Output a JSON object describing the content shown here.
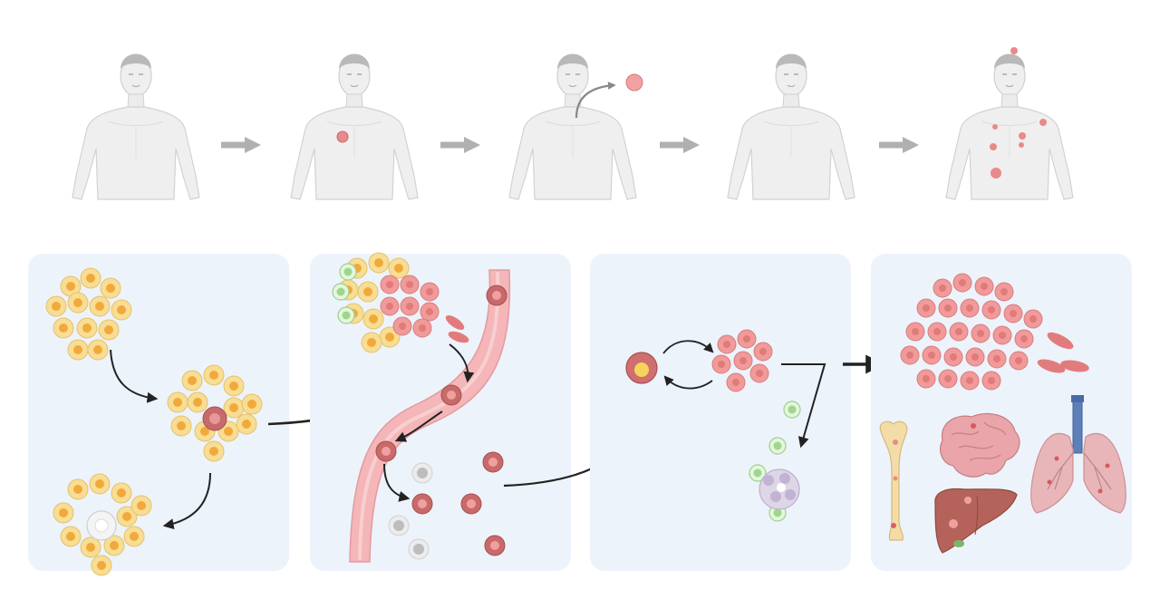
{
  "figure": {
    "stages": [
      {
        "name": "healthy-body"
      },
      {
        "name": "primary-tumor-body"
      },
      {
        "name": "dissemination-body"
      },
      {
        "name": "dormancy-body"
      },
      {
        "name": "metastasis-body"
      }
    ],
    "panels": [
      {
        "name": "tumor-initiation-panel"
      },
      {
        "name": "invasion-intravasation-panel"
      },
      {
        "name": "dormancy-panel"
      },
      {
        "name": "metastatic-outgrowth-panel"
      }
    ],
    "organs": [
      "bone",
      "brain",
      "liver",
      "lungs"
    ],
    "colors": {
      "panel_bg": "#edf3fb",
      "body_fill": "#eeeeee",
      "body_stroke": "#d4d4d4",
      "primary_cell": "#f6d98c",
      "primary_nucleus": "#f2a93b",
      "cancer_cell": "#ee8e8e",
      "cancer_dark": "#c56464",
      "vessel": "#f4b6b8",
      "immune_cell": "#cfeec5",
      "arrow_dark": "#222222",
      "arrow_gray": "#aaaaaa"
    }
  }
}
